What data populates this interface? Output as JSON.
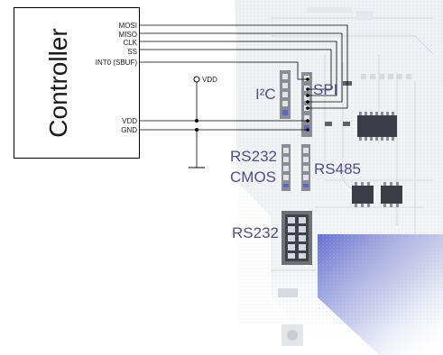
{
  "controller": {
    "title": "Controller",
    "pins": [
      "MOSI",
      "MISO",
      "CLK",
      "SS",
      "INT0 (SBUF)",
      "VDD",
      "GND"
    ]
  },
  "supply_label": "VDD",
  "buses": {
    "i2c": "I²C",
    "spi": "SPI",
    "rs232_top": "RS232",
    "cmos": "CMOS",
    "rs485": "RS485",
    "rs232_bottom": "RS232"
  },
  "colors": {
    "label_text": "#4d4f8a",
    "wire": "#000000",
    "board": "#eef0f3",
    "chip": "#3a3d45",
    "header": "#8a8d93",
    "highlight": "#5a66c8"
  }
}
